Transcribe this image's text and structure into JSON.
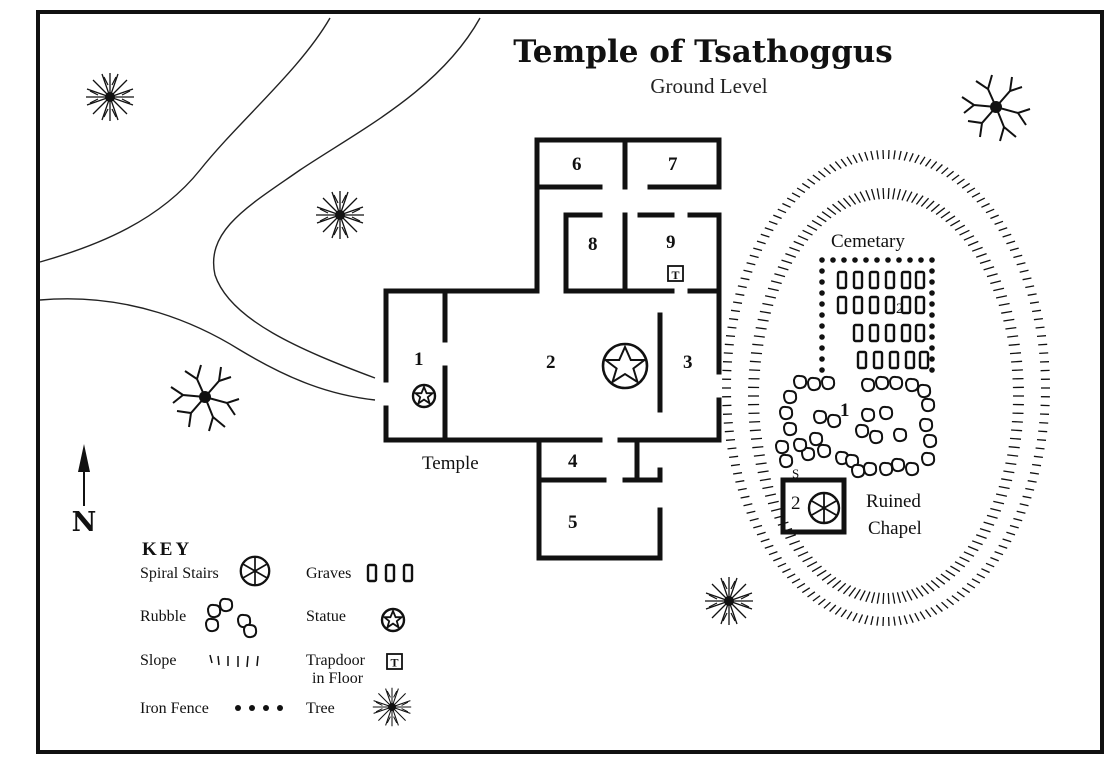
{
  "map": {
    "title": "Temple of Tsathoggus",
    "subtitle": "Ground Level",
    "north_label": "N",
    "areas": {
      "temple": "Temple",
      "cemetery": "Cemetary",
      "chapel_line1": "Ruined",
      "chapel_line2": "Chapel"
    },
    "rooms": {
      "r1": "1",
      "r2": "2",
      "r3": "3",
      "r4": "4",
      "r5": "5",
      "r6": "6",
      "r7": "7",
      "r8": "8",
      "r9": "9",
      "chapel_1": "1",
      "chapel_2": "2",
      "cemetery_2": "2",
      "secret_door": "S"
    },
    "trapdoor_glyph": "T",
    "key": {
      "heading": "KEY",
      "spiral_stairs": "Spiral Stairs",
      "graves": "Graves",
      "rubble": "Rubble",
      "statue": "Statue",
      "slope": "Slope",
      "trapdoor_line1": "Trapdoor",
      "trapdoor_line2": "in Floor",
      "iron_fence": "Iron Fence",
      "tree": "Tree"
    }
  }
}
